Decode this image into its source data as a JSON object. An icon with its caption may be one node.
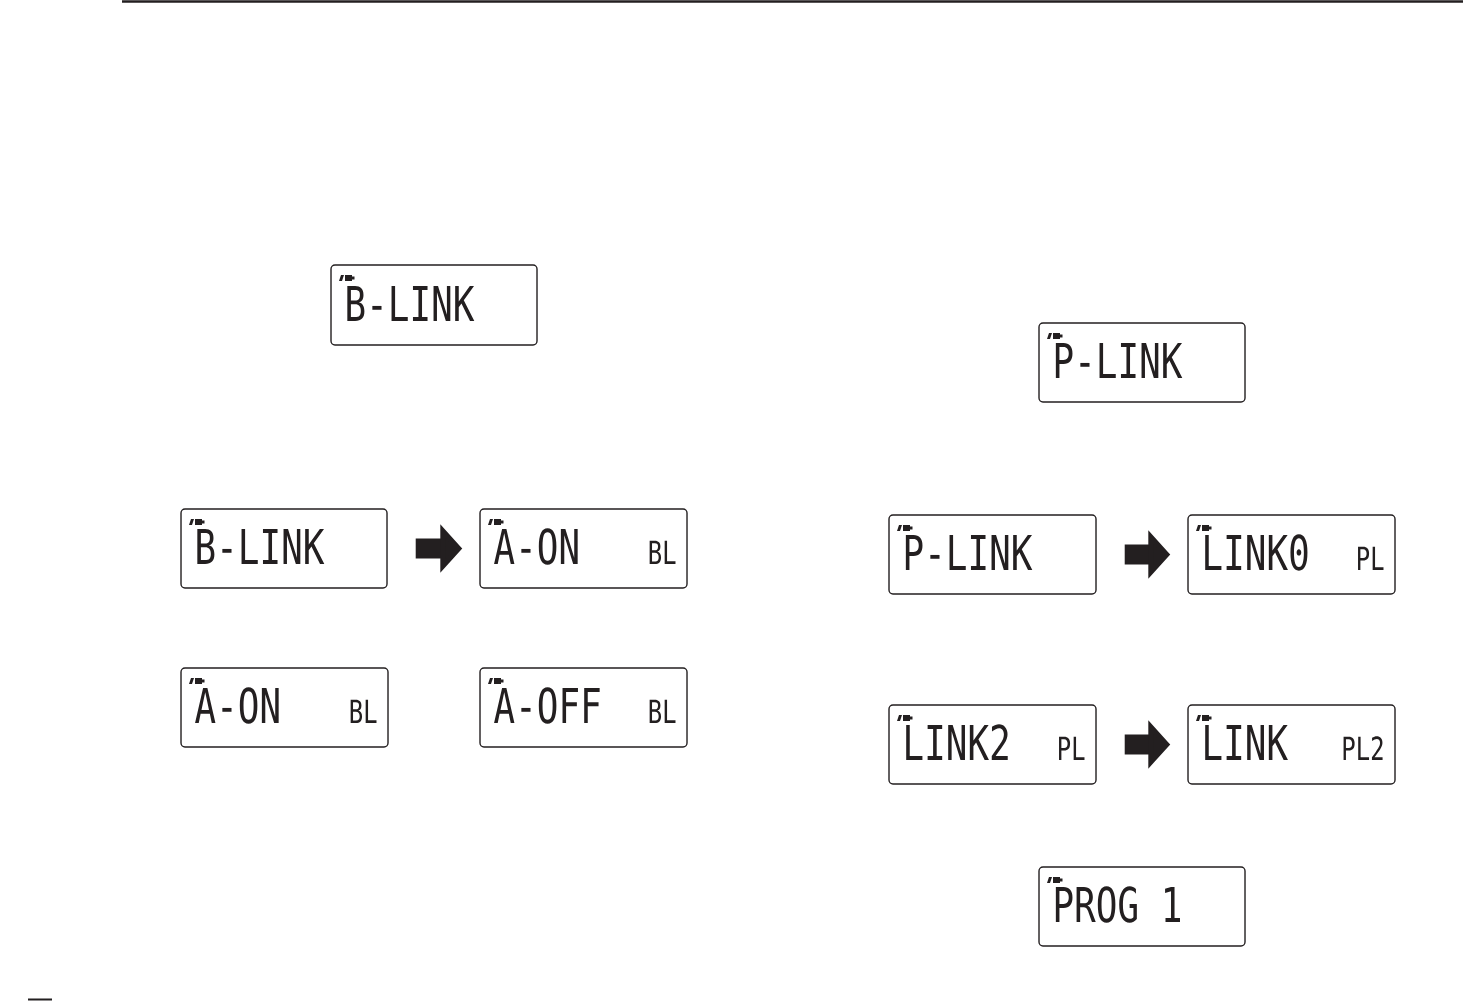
{
  "diagram": {
    "nodes": [
      {
        "text": [
          "B-LINK"
        ]
      },
      {
        "text": [
          "B-LINK"
        ]
      },
      {
        "text": [
          "A-ON",
          "BL"
        ]
      },
      {
        "text": [
          "A-ON",
          "BL"
        ]
      },
      {
        "text": [
          "A-OFF",
          "BL"
        ]
      },
      {
        "text": [
          "P-LINK"
        ]
      },
      {
        "text": [
          "P-LINK"
        ]
      },
      {
        "text": [
          "LINK0",
          "PL"
        ]
      },
      {
        "text": [
          "LINK2",
          "PL"
        ]
      },
      {
        "text": [
          "LINK",
          "PL2"
        ]
      },
      {
        "text": [
          "PROG 1"
        ]
      }
    ],
    "edges": [
      {
        "from": 1,
        "to": 2,
        "arrow": "to"
      },
      {
        "from": 6,
        "to": 7,
        "arrow": "to"
      },
      {
        "from": 8,
        "to": 9,
        "arrow": "to"
      }
    ]
  }
}
